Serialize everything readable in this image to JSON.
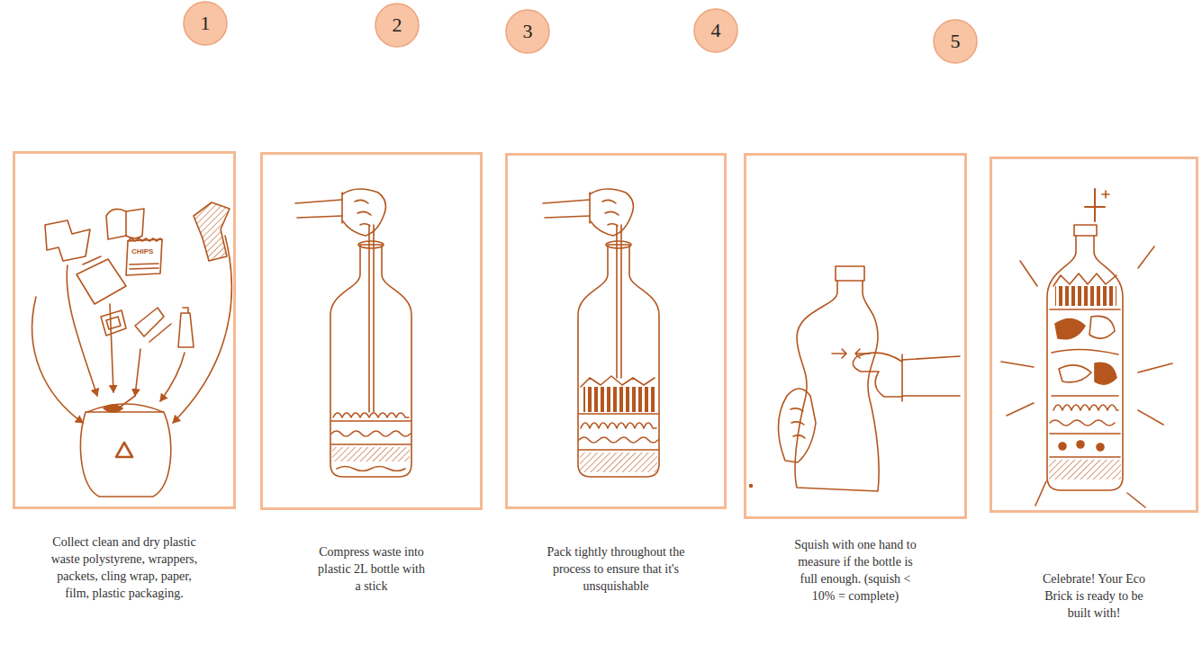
{
  "diagram": {
    "nodes": [
      {
        "text": [
          "1"
        ]
      },
      {
        "text": [
          "2"
        ]
      },
      {
        "text": [
          "3"
        ]
      },
      {
        "text": [
          "4"
        ]
      },
      {
        "text": [
          "5"
        ]
      },
      {
        "text": [
          "Collect clean and dry plastic waste polystyrene, wrappers, packets, cling wrap, paper, film, plastic packaging."
        ]
      },
      {
        "text": [
          "Compress waste into plastic 2L bottle with a stick"
        ]
      },
      {
        "text": [
          "Pack tightly throughout the process to ensure that it's unsquishable"
        ]
      },
      {
        "text": [
          "Squish with one hand to measure if the bottle is full enough. (squish < 10% = complete)"
        ]
      },
      {
        "text": [
          "Celebrate! Your Eco Brick is ready to be built with!"
        ]
      }
    ],
    "labels": [
      "CHIPS"
    ]
  }
}
